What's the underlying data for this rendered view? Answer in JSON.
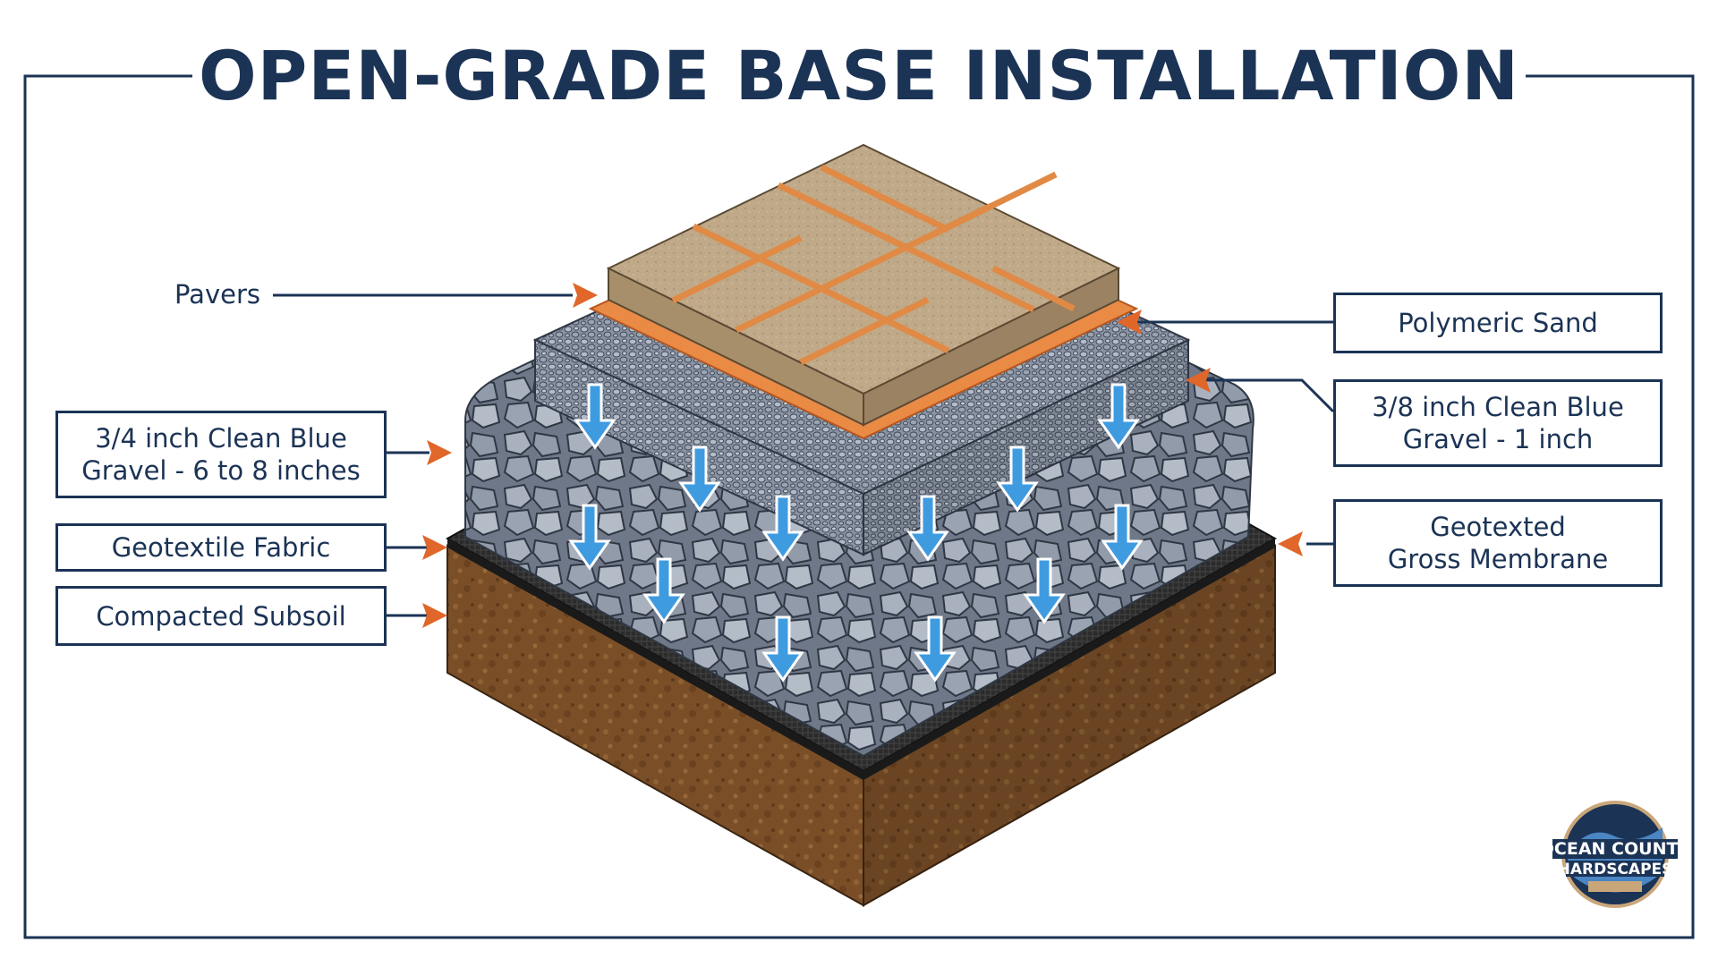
{
  "title": "OPEN-GRADE BASE INSTALLATION",
  "labels": {
    "pavers": "Pavers",
    "polymeric_sand": "Polymeric Sand",
    "gravel_38": [
      "3/8 inch Clean Blue",
      "Gravel - 1 inch"
    ],
    "gravel_34": [
      "3/4 inch Clean Blue",
      "Gravel - 6 to 8 inches"
    ],
    "geotextile": "Geotextile Fabric",
    "membrane": [
      "Geotexted",
      "Gross Membrane"
    ],
    "subsoil": "Compacted Subsoil"
  },
  "logo": {
    "line1": "OCEAN COUNTY",
    "line2": "HARDSCAPES"
  },
  "colors": {
    "navy": "#1b3355",
    "orange_arrow": "#e0662a",
    "polymeric_sand": "#e98a45",
    "paver": "#bfa988",
    "gravel": "#8f98a8",
    "soil": "#7a4f28",
    "fabric": "#2b2b2b",
    "flow_arrow": "#3f9be0"
  },
  "icons": [
    "down-flow-arrow-icon",
    "pointer-arrow-icon",
    "logo-wave-icon"
  ]
}
